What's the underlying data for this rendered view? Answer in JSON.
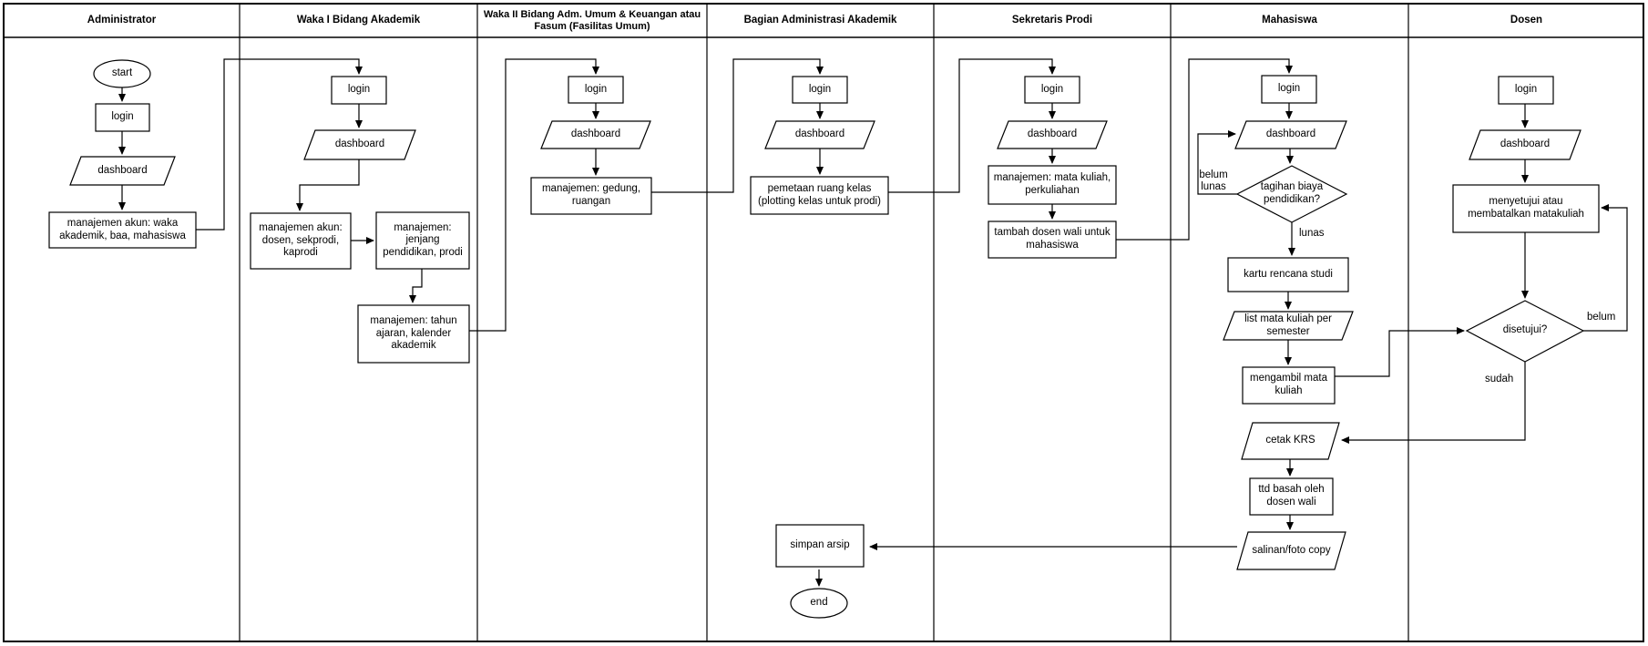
{
  "diagram": {
    "title": "Swimlane flowchart KRS akademik",
    "type": "swimlane-flowchart",
    "colors": {
      "stroke": "#000000",
      "fill": "#ffffff",
      "background": "#ffffff"
    },
    "lanes": [
      {
        "title": "Administrator"
      },
      {
        "title": "Waka I Bidang Akademik"
      },
      {
        "title": "Waka II Bidang Adm. Umum & Keuangan atau Fasum (Fasilitas Umum)"
      },
      {
        "title": "Bagian Administrasi Akademik"
      },
      {
        "title": "Sekretaris Prodi"
      },
      {
        "title": "Mahasiswa"
      },
      {
        "title": "Dosen"
      }
    ],
    "nodes": {
      "start": {
        "shape": "terminator",
        "label": "start"
      },
      "login_admin": {
        "shape": "process",
        "label": "login"
      },
      "dash_admin": {
        "shape": "io",
        "label": "dashboard"
      },
      "akun_waka": {
        "shape": "process",
        "label": "manajemen akun: waka\nakademik, baa, mahasiswa"
      },
      "login_waka1": {
        "shape": "process",
        "label": "login"
      },
      "dash_waka1": {
        "shape": "io",
        "label": "dashboard"
      },
      "akun_dosen": {
        "shape": "process",
        "label": "manajemen akun:\ndosen, sekprodi,\nkaprodi"
      },
      "jenjang": {
        "shape": "process",
        "label": "manajemen:\njenjang\npendidikan, prodi"
      },
      "tahun_ajaran": {
        "shape": "process",
        "label": "manajemen: tahun\najaran, kalender\nakademik"
      },
      "login_waka2": {
        "shape": "process",
        "label": "login"
      },
      "dash_waka2": {
        "shape": "io",
        "label": "dashboard"
      },
      "gedung": {
        "shape": "process",
        "label": "manajemen: gedung,\nruangan"
      },
      "login_baa": {
        "shape": "process",
        "label": "login"
      },
      "dash_baa": {
        "shape": "io",
        "label": "dashboard"
      },
      "pemetaan": {
        "shape": "process",
        "label": "pemetaan ruang kelas\n(plotting kelas untuk prodi)"
      },
      "simpan_arsip": {
        "shape": "process",
        "label": "simpan arsip"
      },
      "end": {
        "shape": "terminator",
        "label": "end"
      },
      "login_sekprodi": {
        "shape": "process",
        "label": "login"
      },
      "dash_sekprodi": {
        "shape": "io",
        "label": "dashboard"
      },
      "mata_kuliah": {
        "shape": "process",
        "label": "manajemen: mata kuliah,\nperkuliahan"
      },
      "dosen_wali": {
        "shape": "process",
        "label": "tambah dosen wali untuk\nmahasiswa"
      },
      "login_mhs": {
        "shape": "process",
        "label": "login"
      },
      "dash_mhs": {
        "shape": "io",
        "label": "dashboard"
      },
      "tagihan": {
        "shape": "decision",
        "label": "tagihan biaya\npendidikan?"
      },
      "kartu_rencana": {
        "shape": "process",
        "label": "kartu rencana studi"
      },
      "list_mk": {
        "shape": "io",
        "label": "list mata kuliah per\nsemester"
      },
      "ambil_mk": {
        "shape": "process",
        "label": "mengambil mata\nkuliah"
      },
      "cetak_krs": {
        "shape": "io",
        "label": "cetak KRS"
      },
      "ttd_basah": {
        "shape": "process",
        "label": "ttd basah oleh\ndosen wali"
      },
      "salinan": {
        "shape": "io",
        "label": "salinan/foto copy"
      },
      "login_dosen": {
        "shape": "process",
        "label": "login"
      },
      "dash_dosen": {
        "shape": "io",
        "label": "dashboard"
      },
      "menyetujui": {
        "shape": "process",
        "label": "menyetujui atau\nmembatalkan matakuliah"
      },
      "disetujui": {
        "shape": "decision",
        "label": "disetujui?"
      }
    },
    "edge_labels": {
      "belum_lunas": "belum\nlunas",
      "lunas": "lunas",
      "sudah": "sudah",
      "belum": "belum"
    }
  }
}
